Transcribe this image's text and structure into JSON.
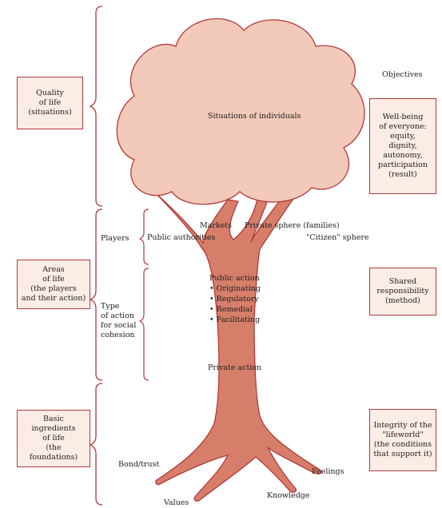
{
  "left_boxes": [
    {
      "text": "Quality\nof life\n(situations)"
    },
    {
      "text": "Areas\nof life\n(the players\nand their action)"
    },
    {
      "text": "Basic\ningredients\nof life\n(the foundations)"
    }
  ],
  "objectives_title": "Objectives",
  "right_boxes": [
    {
      "text": "Well-being\nof everyone:\nequity,\ndignity,\nautonomy,\nparticipation\n(result)"
    },
    {
      "text": "Shared\nresponsibility\n(method)"
    },
    {
      "text": "Integrity of the\n\"lifeworld\"\n(the conditions\nthat support it)"
    }
  ],
  "crown_label": "Situations of individuals",
  "mid_labels": {
    "players": "Players",
    "type_of_action": "Type\nof action\nfor social\ncohesion",
    "public_authorities": "Public authorities",
    "markets": "Markets",
    "private_sphere": "Private sphere (families)",
    "citizen_sphere": "\"Citizen\" sphere"
  },
  "public_action": {
    "title": "Public action",
    "items": [
      "Originating",
      "Regulatory",
      "Remedial",
      "Facilitating"
    ]
  },
  "private_action": "Private action",
  "roots": {
    "bond_trust": "Bond/trust",
    "values": "Values",
    "knowledge": "Knowledge",
    "feelings": "Feelings"
  },
  "colors": {
    "crown_fill": "#f3c9b9",
    "trunk_fill": "#d67e69",
    "outline": "#b23a3a",
    "box_fill": "#fcece6"
  }
}
